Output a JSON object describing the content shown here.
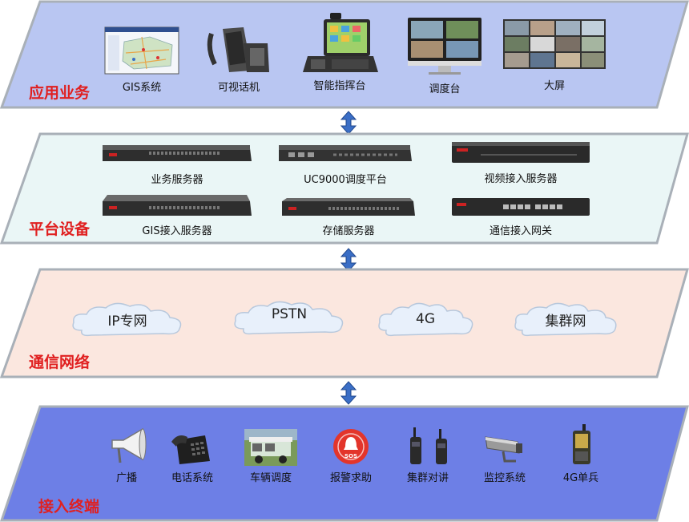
{
  "colors": {
    "apps_fill": "#b9c6f2",
    "platform_fill": "#eaf6f6",
    "network_fill": "#fbe7df",
    "terminal_fill": "#6d7fe6",
    "border": "#a9b0b8",
    "label": "#e02020",
    "arrow": "#3a6ec6"
  },
  "layers": {
    "apps": {
      "label": "应用业务",
      "items": [
        {
          "label": "GIS系统",
          "icon": "gis-screen-icon"
        },
        {
          "label": "可视话机",
          "icon": "video-phone-icon"
        },
        {
          "label": "智能指挥台",
          "icon": "command-console-icon"
        },
        {
          "label": "调度台",
          "icon": "dispatch-monitor-icon"
        },
        {
          "label": "大屏",
          "icon": "video-wall-icon"
        }
      ]
    },
    "platform": {
      "label": "平台设备",
      "items": [
        {
          "label": "业务服务器",
          "icon": "server-icon"
        },
        {
          "label": "UC9000调度平台",
          "icon": "server-icon"
        },
        {
          "label": "视频接入服务器",
          "icon": "server-icon"
        },
        {
          "label": "GIS接入服务器",
          "icon": "server-icon"
        },
        {
          "label": "存储服务器",
          "icon": "server-icon"
        },
        {
          "label": "通信接入网关",
          "icon": "gateway-icon"
        }
      ]
    },
    "network": {
      "label": "通信网络",
      "clouds": [
        "IP专网",
        "PSTN",
        "4G",
        "集群网"
      ]
    },
    "terminals": {
      "label": "接入终端",
      "items": [
        {
          "label": "广播",
          "icon": "loudspeaker-icon"
        },
        {
          "label": "电话系统",
          "icon": "telephone-icon"
        },
        {
          "label": "车辆调度",
          "icon": "vehicle-icon"
        },
        {
          "label": "报警求助",
          "icon": "sos-alarm-icon"
        },
        {
          "label": "集群对讲",
          "icon": "walkie-talkie-icon"
        },
        {
          "label": "监控系统",
          "icon": "cctv-camera-icon"
        },
        {
          "label": "4G单兵",
          "icon": "handheld-terminal-icon"
        }
      ]
    }
  }
}
